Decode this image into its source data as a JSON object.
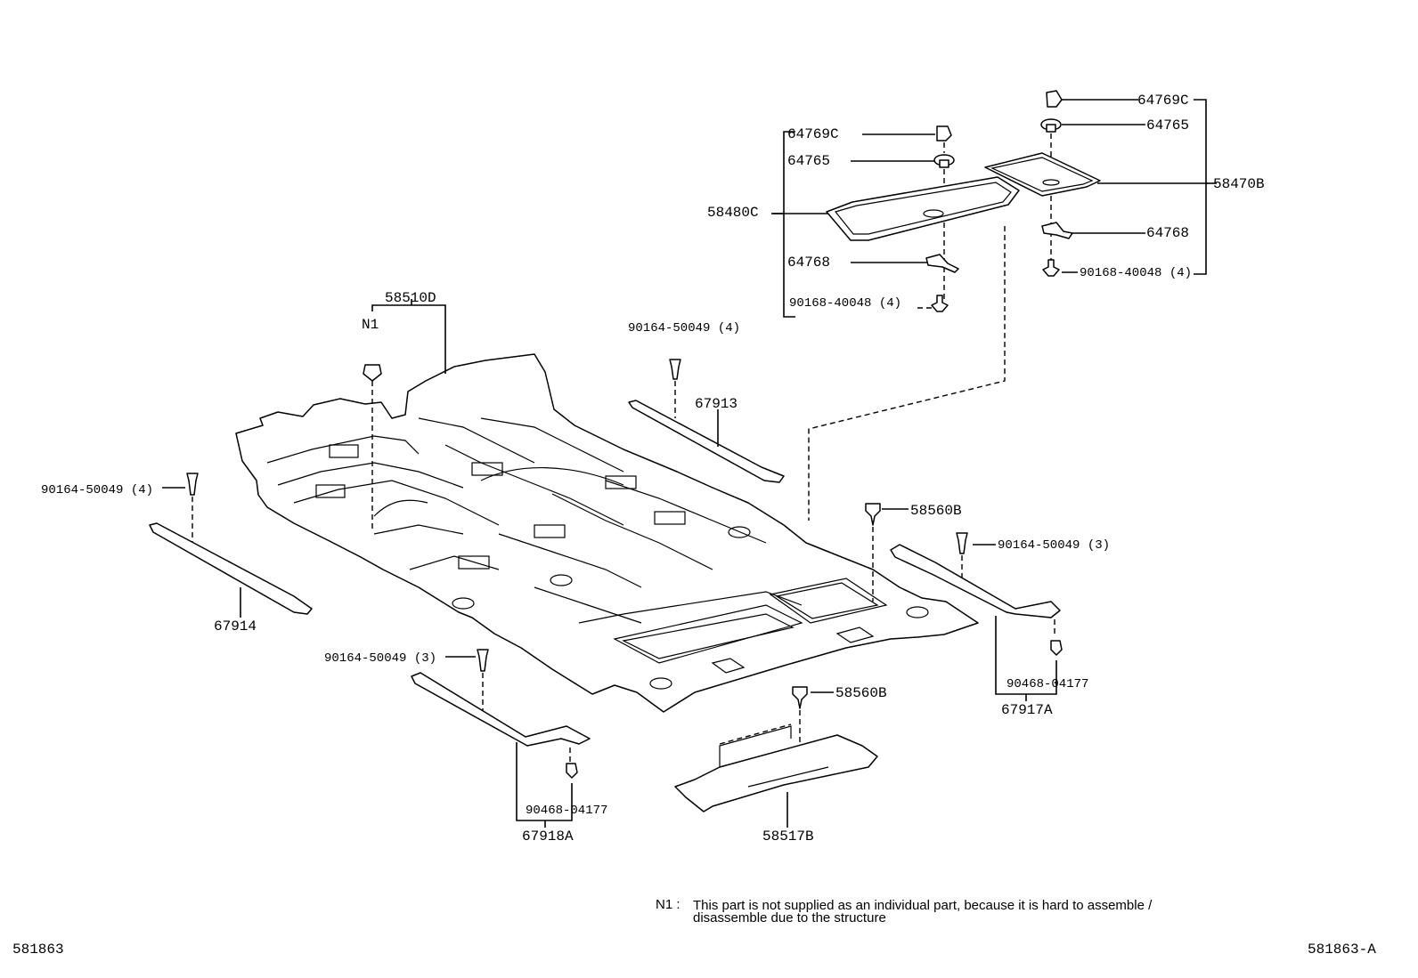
{
  "labels": {
    "p64769c_a": "64769C",
    "p64765_a": "64765",
    "p58480c": "58480C",
    "p64768_a": "64768",
    "p90168_a": "90168-40048 (4)",
    "p64769c_b": "64769C",
    "p64765_b": "64765",
    "p58470b": "58470B",
    "p64768_b": "64768",
    "p90168_b": "90168-40048 (4)",
    "p58510d": "58510D",
    "n1": "N1",
    "p90164_top": "90164-50049 (4)",
    "p67913": "67913",
    "p90164_left": "90164-50049 (4)",
    "p67914": "67914",
    "p58560b_a": "58560B",
    "p90164_right": "90164-50049 (3)",
    "p90468_right": "90468-04177",
    "p67917a": "67917A",
    "p90164_bot": "90164-50049 (3)",
    "p58560b_b": "58560B",
    "p90468_bot": "90468-04177",
    "p67918a": "67918A",
    "p58517b": "58517B"
  },
  "note": {
    "marker": "N1 :",
    "line1": "This part is not supplied as an individual part, because it is hard to assemble /",
    "line2": "disassemble due to the structure"
  },
  "footer": {
    "left_code": "581863",
    "right_code": "581863-A"
  }
}
